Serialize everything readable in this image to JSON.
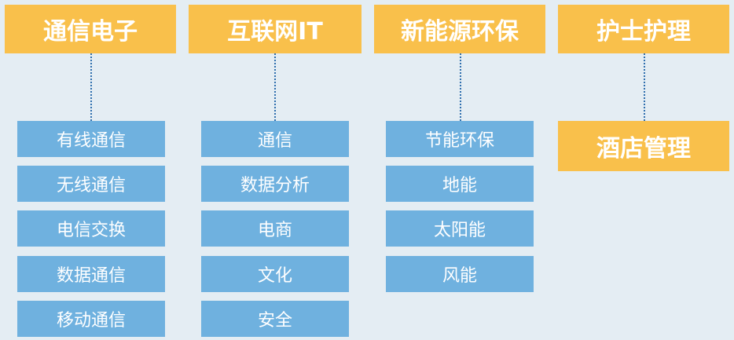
{
  "columns": [
    {
      "header": "通信电子",
      "items": [
        "有线通信",
        "无线通信",
        "电信交换",
        "数据通信",
        "移动通信"
      ]
    },
    {
      "header": "互联网IT",
      "items": [
        "通信",
        "数据分析",
        "电商",
        "文化",
        "安全"
      ]
    },
    {
      "header": "新能源环保",
      "items": [
        "节能环保",
        "地能",
        "太阳能",
        "风能"
      ]
    },
    {
      "header": "护士护理",
      "sub": "酒店管理"
    }
  ],
  "colors": {
    "header": "#f9c04b",
    "item": "#6fb1df",
    "connector": "#2f6fae",
    "background": "#e4edf3"
  }
}
